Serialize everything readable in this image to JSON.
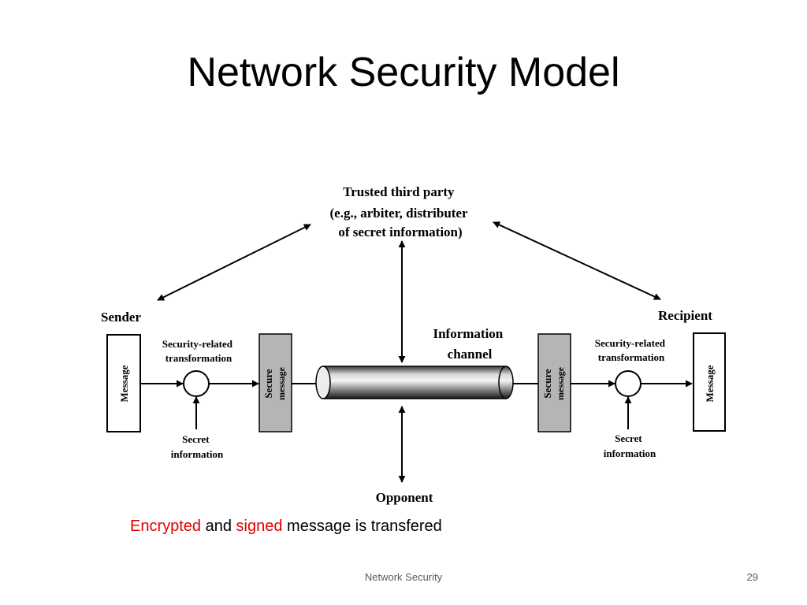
{
  "title": "Network Security Model",
  "diagram": {
    "trusted_party": [
      "Trusted third party",
      "(e.g., arbiter, distributer",
      "of secret information)"
    ],
    "sender": "Sender",
    "recipient": "Recipient",
    "message": "Message",
    "security_transformation": [
      "Security-related",
      "transformation"
    ],
    "secure_message": [
      "Secure",
      "message"
    ],
    "information_channel": [
      "Information",
      "channel"
    ],
    "secret_information": [
      "Secret",
      "information"
    ],
    "opponent": "Opponent"
  },
  "caption": {
    "part1": "Encrypted",
    "part2": " and ",
    "part3": "signed",
    "part4": " message is transfered"
  },
  "colors": {
    "accent": "#e00000",
    "box_gray": "#b5b5b5"
  },
  "footer": {
    "label": "Network Security",
    "page": "29"
  }
}
